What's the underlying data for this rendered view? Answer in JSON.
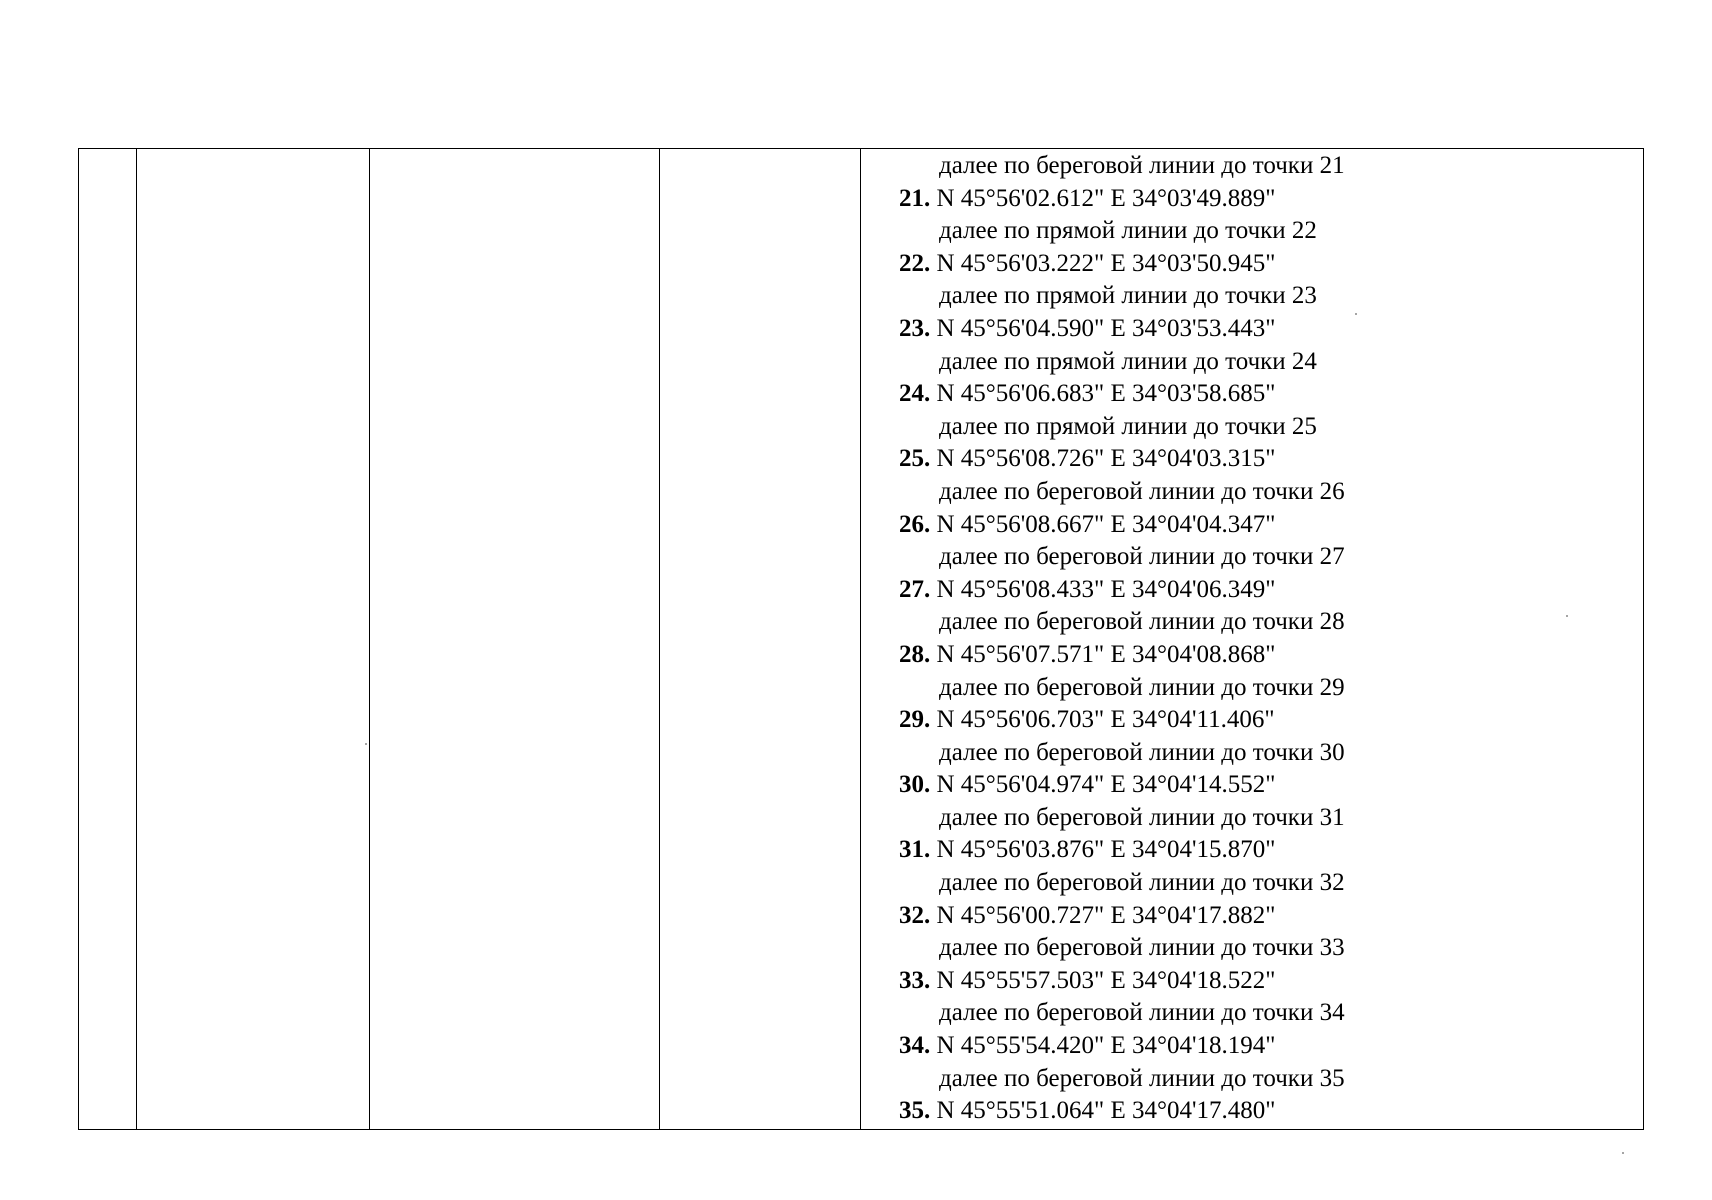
{
  "rows": [
    {
      "type": "desc",
      "text": "далее  по береговой линии до точки 21"
    },
    {
      "type": "point",
      "num": "21.",
      "text": " N 45°56'02.612\" E 34°03'49.889\""
    },
    {
      "type": "desc",
      "text": "далее  по прямой линии до точки 22"
    },
    {
      "type": "point",
      "num": "22.",
      "text": " N 45°56'03.222\" E 34°03'50.945\""
    },
    {
      "type": "desc",
      "text": "далее  по прямой линии до точки 23"
    },
    {
      "type": "point",
      "num": "23.",
      "text": " N 45°56'04.590\" E 34°03'53.443\""
    },
    {
      "type": "desc",
      "text": "далее  по прямой линии до точки 24"
    },
    {
      "type": "point",
      "num": "24.",
      "text": " N 45°56'06.683\" E 34°03'58.685\""
    },
    {
      "type": "desc",
      "text": "далее  по прямой линии до точки 25"
    },
    {
      "type": "point",
      "num": "25.",
      "text": " N 45°56'08.726\" E 34°04'03.315\""
    },
    {
      "type": "desc",
      "text": "далее  по береговой линии до точки 26"
    },
    {
      "type": "point",
      "num": "26.",
      "text": " N 45°56'08.667\" E 34°04'04.347\""
    },
    {
      "type": "desc",
      "text": "далее  по береговой линии до точки 27"
    },
    {
      "type": "point",
      "num": "27.",
      "text": " N 45°56'08.433\" E 34°04'06.349\""
    },
    {
      "type": "desc",
      "text": "далее  по береговой линии до точки 28"
    },
    {
      "type": "point",
      "num": "28.",
      "text": " N 45°56'07.571\" E 34°04'08.868\""
    },
    {
      "type": "desc",
      "text": "далее по береговой линии до точки 29"
    },
    {
      "type": "point",
      "num": "29.",
      "text": " N 45°56'06.703\" E 34°04'11.406\""
    },
    {
      "type": "desc",
      "text": "далее  по береговой линии до точки 30"
    },
    {
      "type": "point",
      "num": "30.",
      "text": " N 45°56'04.974\" E 34°04'14.552\""
    },
    {
      "type": "desc",
      "text": "далее  по береговой линии до точки 31"
    },
    {
      "type": "point",
      "num": "31.",
      "text": " N 45°56'03.876\" E 34°04'15.870\""
    },
    {
      "type": "desc",
      "text": "далее  по береговой линии до точки 32"
    },
    {
      "type": "point",
      "num": "32.",
      "text": " N 45°56'00.727\" E 34°04'17.882\""
    },
    {
      "type": "desc",
      "text": "далее  по береговой линии до точки 33"
    },
    {
      "type": "point",
      "num": "33.",
      "text": " N 45°55'57.503\" E 34°04'18.522\""
    },
    {
      "type": "desc",
      "text": "далее  по береговой линии до точки 34"
    },
    {
      "type": "point",
      "num": "34.",
      "text": " N 45°55'54.420\" E 34°04'18.194\""
    },
    {
      "type": "desc",
      "text": "далее  по береговой линии до точки 35"
    },
    {
      "type": "point",
      "num": "35.",
      "text": " N 45°55'51.064\" E 34°04'17.480\""
    }
  ]
}
